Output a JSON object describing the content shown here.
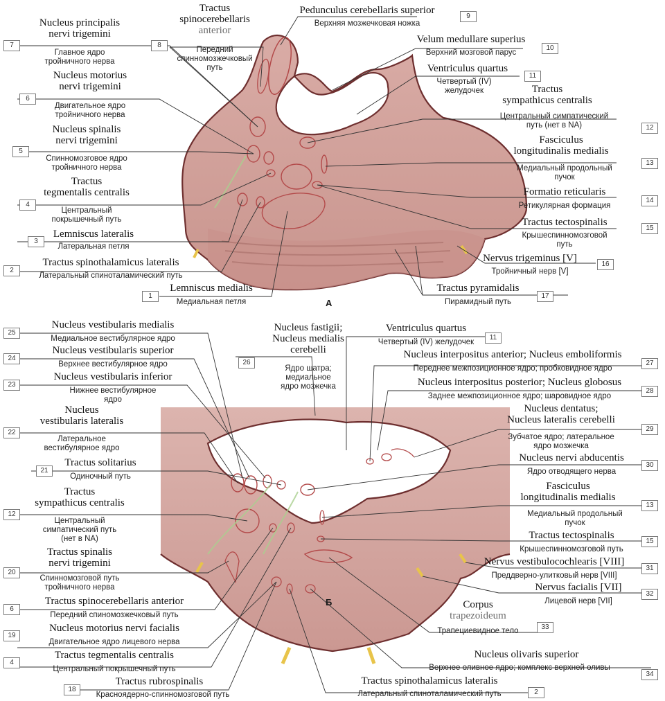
{
  "panel_a_letter": "А",
  "panel_b_letter": "Б",
  "labels": {
    "l1": {
      "num": "1",
      "lat": "Lemniscus medialis",
      "ru": "Медиальная петля"
    },
    "l2": {
      "num": "2",
      "lat": "Tractus spinothalamicus lateralis",
      "ru": "Латеральный спиноталамический путь"
    },
    "l3": {
      "num": "3",
      "lat": "Lemniscus lateralis",
      "ru": "Латеральная петля"
    },
    "l4": {
      "num": "4",
      "lat1": "Tractus",
      "lat2": "tegmentalis centralis",
      "ru1": "Центральный",
      "ru2": "покрышечный путь"
    },
    "l5": {
      "num": "5",
      "lat1": "Nucleus spinalis",
      "lat2": "nervi trigemini",
      "ru1": "Спинномозговое ядро",
      "ru2": "тройничного нерва"
    },
    "l6": {
      "num": "6",
      "lat1": "Nucleus motorius",
      "lat2": "nervi trigemini",
      "ru1": "Двигательное ядро",
      "ru2": "тройничного нерва"
    },
    "l7": {
      "num": "7",
      "lat1": "Nucleus principalis",
      "lat2": "nervi trigemini",
      "ru1": "Главное ядро",
      "ru2": "тройничного нерва"
    },
    "l8": {
      "num": "8",
      "lat1": "Tractus",
      "lat2": "spinocerebellaris",
      "lat3": "anterior",
      "ru1": "Передний",
      "ru2": "спинномозжечковый",
      "ru3": "путь"
    },
    "l9": {
      "num": "9",
      "lat": "Pedunculus cerebellaris superior",
      "ru": "Верхняя мозжечковая ножка"
    },
    "l10": {
      "num": "10",
      "lat": "Velum medullare superius",
      "ru": "Верхний мозговой парус"
    },
    "l11": {
      "num": "11",
      "lat": "Ventriculus quartus",
      "ru1": "Четвертый (IV)",
      "ru2": "желудочек"
    },
    "l12": {
      "num": "12",
      "lat1": "Tractus",
      "lat2": "sympathicus centralis",
      "ru1": "Центральный симпатический",
      "ru2": "путь (нет в NA)"
    },
    "l13": {
      "num": "13",
      "lat1": "Fasciculus",
      "lat2": "longitudinalis medialis",
      "ru1": "Медиальный продольный",
      "ru2": "пучок"
    },
    "l14": {
      "num": "14",
      "lat": "Formatio reticularis",
      "ru": "Ретикулярная формация"
    },
    "l15": {
      "num": "15",
      "lat": "Tractus tectospinalis",
      "ru1": "Крышеспинномозговой",
      "ru2": "путь"
    },
    "l16": {
      "num": "16",
      "lat": "Nervus trigeminus [V]",
      "ru": "Тройничный нерв [V]"
    },
    "l17": {
      "num": "17",
      "lat": "Tractus pyramidalis",
      "ru": "Пирамидный путь"
    },
    "b25": {
      "num": "25",
      "lat": "Nucleus vestibularis medialis",
      "ru": "Медиальное вестибулярное ядро"
    },
    "b24": {
      "num": "24",
      "lat": "Nucleus vestibularis superior",
      "ru": "Верхнее вестибулярное ядро"
    },
    "b23": {
      "num": "23",
      "lat": "Nucleus vestibularis inferior",
      "ru1": "Нижнее вестибулярное",
      "ru2": "ядро"
    },
    "b22": {
      "num": "22",
      "lat1": "Nucleus",
      "lat2": "vestibularis lateralis",
      "ru1": "Латеральное",
      "ru2": "вестибулярное ядро"
    },
    "b21": {
      "num": "21",
      "lat": "Tractus solitarius",
      "ru": "Одиночный путь"
    },
    "b12": {
      "num": "12",
      "lat1": "Tractus",
      "lat2": "sympathicus centralis",
      "ru1": "Центральный",
      "ru2": "симпатический путь",
      "ru3": "(нет в NA)"
    },
    "b20": {
      "num": "20",
      "lat1": "Tractus spinalis",
      "lat2": "nervi trigemini",
      "ru1": "Спинномозговой путь",
      "ru2": "тройничного нерва"
    },
    "b6": {
      "num": "6",
      "lat": "Tractus spinocerebellaris anterior",
      "ru": "Передний спиномозжечковый путь"
    },
    "b19": {
      "num": "19",
      "lat": "Nucleus motorius nervi facialis",
      "ru": "Двигательное ядро лицевого нерва"
    },
    "b4": {
      "num": "4",
      "lat": "Tractus tegmentalis centralis",
      "ru": "Центральный покрышечный путь"
    },
    "b18": {
      "num": "18",
      "lat": "Tractus rubrospinalis",
      "ru": "Красноядерно-спинномозговой путь"
    },
    "b26": {
      "num": "26",
      "lat1": "Nucleus fastigii;",
      "lat2": "Nucleus medialis",
      "lat3": "cerebelli",
      "ru1": "Ядро шатра;",
      "ru2": "медиальное",
      "ru3": "ядро мозжечка"
    },
    "b11": {
      "num": "11",
      "lat": "Ventriculus quartus",
      "ru": "Четвертый (IV) желудочек"
    },
    "b27": {
      "num": "27",
      "lat": "Nucleus interpositus anterior; Nucleus emboliformis",
      "ru": "Переднее межпозиционное ядро; пробковидное ядро"
    },
    "b28": {
      "num": "28",
      "lat": "Nucleus interpositus posterior; Nucleus globosus",
      "ru": "Заднее межпозиционное ядро; шаровидное ядро"
    },
    "b29": {
      "num": "29",
      "lat1": "Nucleus dentatus;",
      "lat2": "Nucleus lateralis cerebelli",
      "ru1": "Зубчатое ядро; латеральное",
      "ru2": "ядро мозжечка"
    },
    "b30": {
      "num": "30",
      "lat": "Nucleus nervi abducentis",
      "ru": "Ядро отводящего нерва"
    },
    "b13": {
      "num": "13",
      "lat1": "Fasciculus",
      "lat2": "longitudinalis medialis",
      "ru1": "Медиальный продольный",
      "ru2": "пучок"
    },
    "b15": {
      "num": "15",
      "lat": "Tractus tectospinalis",
      "ru": "Крышеспинномозговой путь"
    },
    "b31": {
      "num": "31",
      "lat": "Nervus vestibulocochlearis [VIII]",
      "ru": "Преддверно-улитковый нерв [VIII]"
    },
    "b32": {
      "num": "32",
      "lat": "Nervus facialis [VII]",
      "ru": "Лицевой нерв [VII]"
    },
    "b33": {
      "num": "33",
      "lat1": "Corpus",
      "lat2": "trapezoideum",
      "ru": "Трапециевидное тело"
    },
    "b34": {
      "num": "34",
      "lat": "Nucleus olivaris superior",
      "ru": "Верхнее оливное ядро; комплекс верхней оливы"
    },
    "b2": {
      "num": "2",
      "lat": "Tractus spinothalamicus lateralis",
      "ru": "Латеральный спиноталамический путь"
    }
  },
  "colors": {
    "tissue": "#d6a8a2",
    "tissue_dark": "#c58e87",
    "ventricle": "#ffffff",
    "outline": "#6e2f2f",
    "nucleus": "#b34a4a",
    "nerve": "#e8c44a",
    "tract_green": "#a9cf8e"
  }
}
